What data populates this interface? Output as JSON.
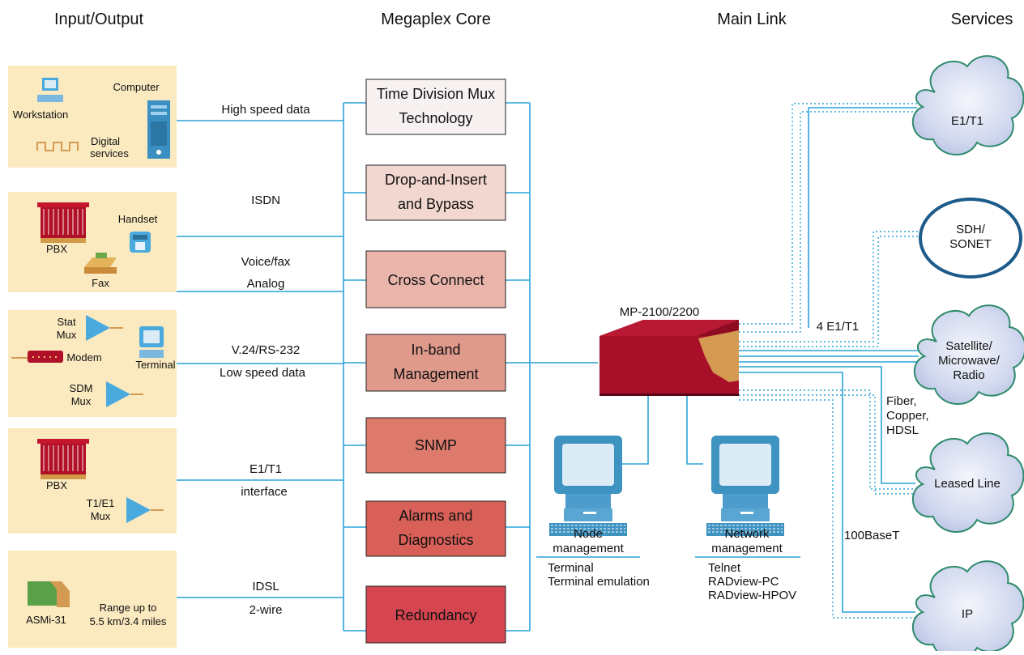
{
  "headers": {
    "input_output": "Input/Output",
    "megaplex_core": "Megaplex Core",
    "main_link": "Main Link",
    "services": "Services"
  },
  "io_groups": {
    "g1": {
      "computer": "Computer",
      "workstation": "Workstation",
      "digital_1": "Digital",
      "digital_2": "services"
    },
    "g2": {
      "pbx": "PBX",
      "handset": "Handset",
      "fax": "Fax"
    },
    "g3": {
      "stat_1": "Stat",
      "stat_2": "Mux",
      "modem": "Modem",
      "terminal": "Terminal",
      "sdm_1": "SDM",
      "sdm_2": "Mux"
    },
    "g4": {
      "pbx": "PBX",
      "mux_1": "T1/E1",
      "mux_2": "Mux"
    },
    "g5": {
      "asmi": "ASMi-31",
      "range_1": "Range up to",
      "range_2": "5.5 km/3.4 miles"
    }
  },
  "connections": {
    "high_speed": "High speed data",
    "isdn": "ISDN",
    "voice_fax": "Voice/fax",
    "analog": "Analog",
    "v24": "V.24/RS-232",
    "low_speed": "Low speed data",
    "e1t1": "E1/T1",
    "interface": "interface",
    "idsl": "IDSL",
    "two_wire": "2-wire"
  },
  "core_boxes": [
    {
      "line1": "Time Division Mux",
      "line2": "Technology",
      "color": "#f7f1f1"
    },
    {
      "line1": "Drop-and-Insert",
      "line2": "and Bypass",
      "color": "#f2d6d0"
    },
    {
      "line1": "Cross Connect",
      "line2": "",
      "color": "#e9b5aa"
    },
    {
      "line1": "In-band",
      "line2": "Management",
      "color": "#df9a8c"
    },
    {
      "line1": "SNMP",
      "line2": "",
      "color": "#de7a6c"
    },
    {
      "line1": "Alarms and",
      "line2": "Diagnostics",
      "color": "#d96058"
    },
    {
      "line1": "Redundancy",
      "line2": "",
      "color": "#d64650"
    }
  ],
  "main_link": {
    "device": "MP-2100/2200",
    "e1t1_count": "4 E1/T1",
    "fiber": "Fiber,",
    "copper": "Copper,",
    "hdsl": "HDSL",
    "base_t": "100BaseT"
  },
  "management": {
    "node_title_1": "Node",
    "node_title_2": "management",
    "node_item_1": "Terminal",
    "node_item_2": "Terminal emulation",
    "net_title_1": "Network",
    "net_title_2": "management",
    "net_item_1": "Telnet",
    "net_item_2": "RADview-PC",
    "net_item_3": "RADview-HPOV"
  },
  "services": {
    "e1t1": "E1/T1",
    "sdh_1": "SDH/",
    "sdh_2": "SONET",
    "sat_1": "Satellite/",
    "sat_2": "Microwave/",
    "sat_3": "Radio",
    "leased": "Leased Line",
    "ip": "IP"
  },
  "colors": {
    "panel": "#fbeac0",
    "line": "#2aa3d8",
    "device_red": "#a8102a",
    "device_tan": "#d59a52",
    "cloud": "#d8dff2",
    "cloud_edge": "#2f8a6d",
    "monitor": "#3f93c1"
  }
}
